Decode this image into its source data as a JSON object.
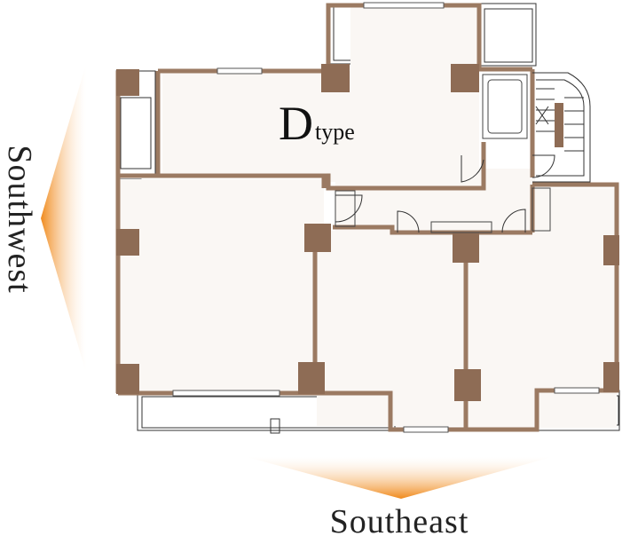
{
  "plan": {
    "type_letter": "D",
    "type_word": "type"
  },
  "directions": {
    "southwest": "Southwest",
    "southeast": "Southeast"
  },
  "colors": {
    "wall": "#9b7a62",
    "column": "#8e6c55",
    "floor": "#faf7f4",
    "line": "#333333",
    "arrow_strong": "#f08a1c",
    "arrow_fade": "#ffffff"
  }
}
